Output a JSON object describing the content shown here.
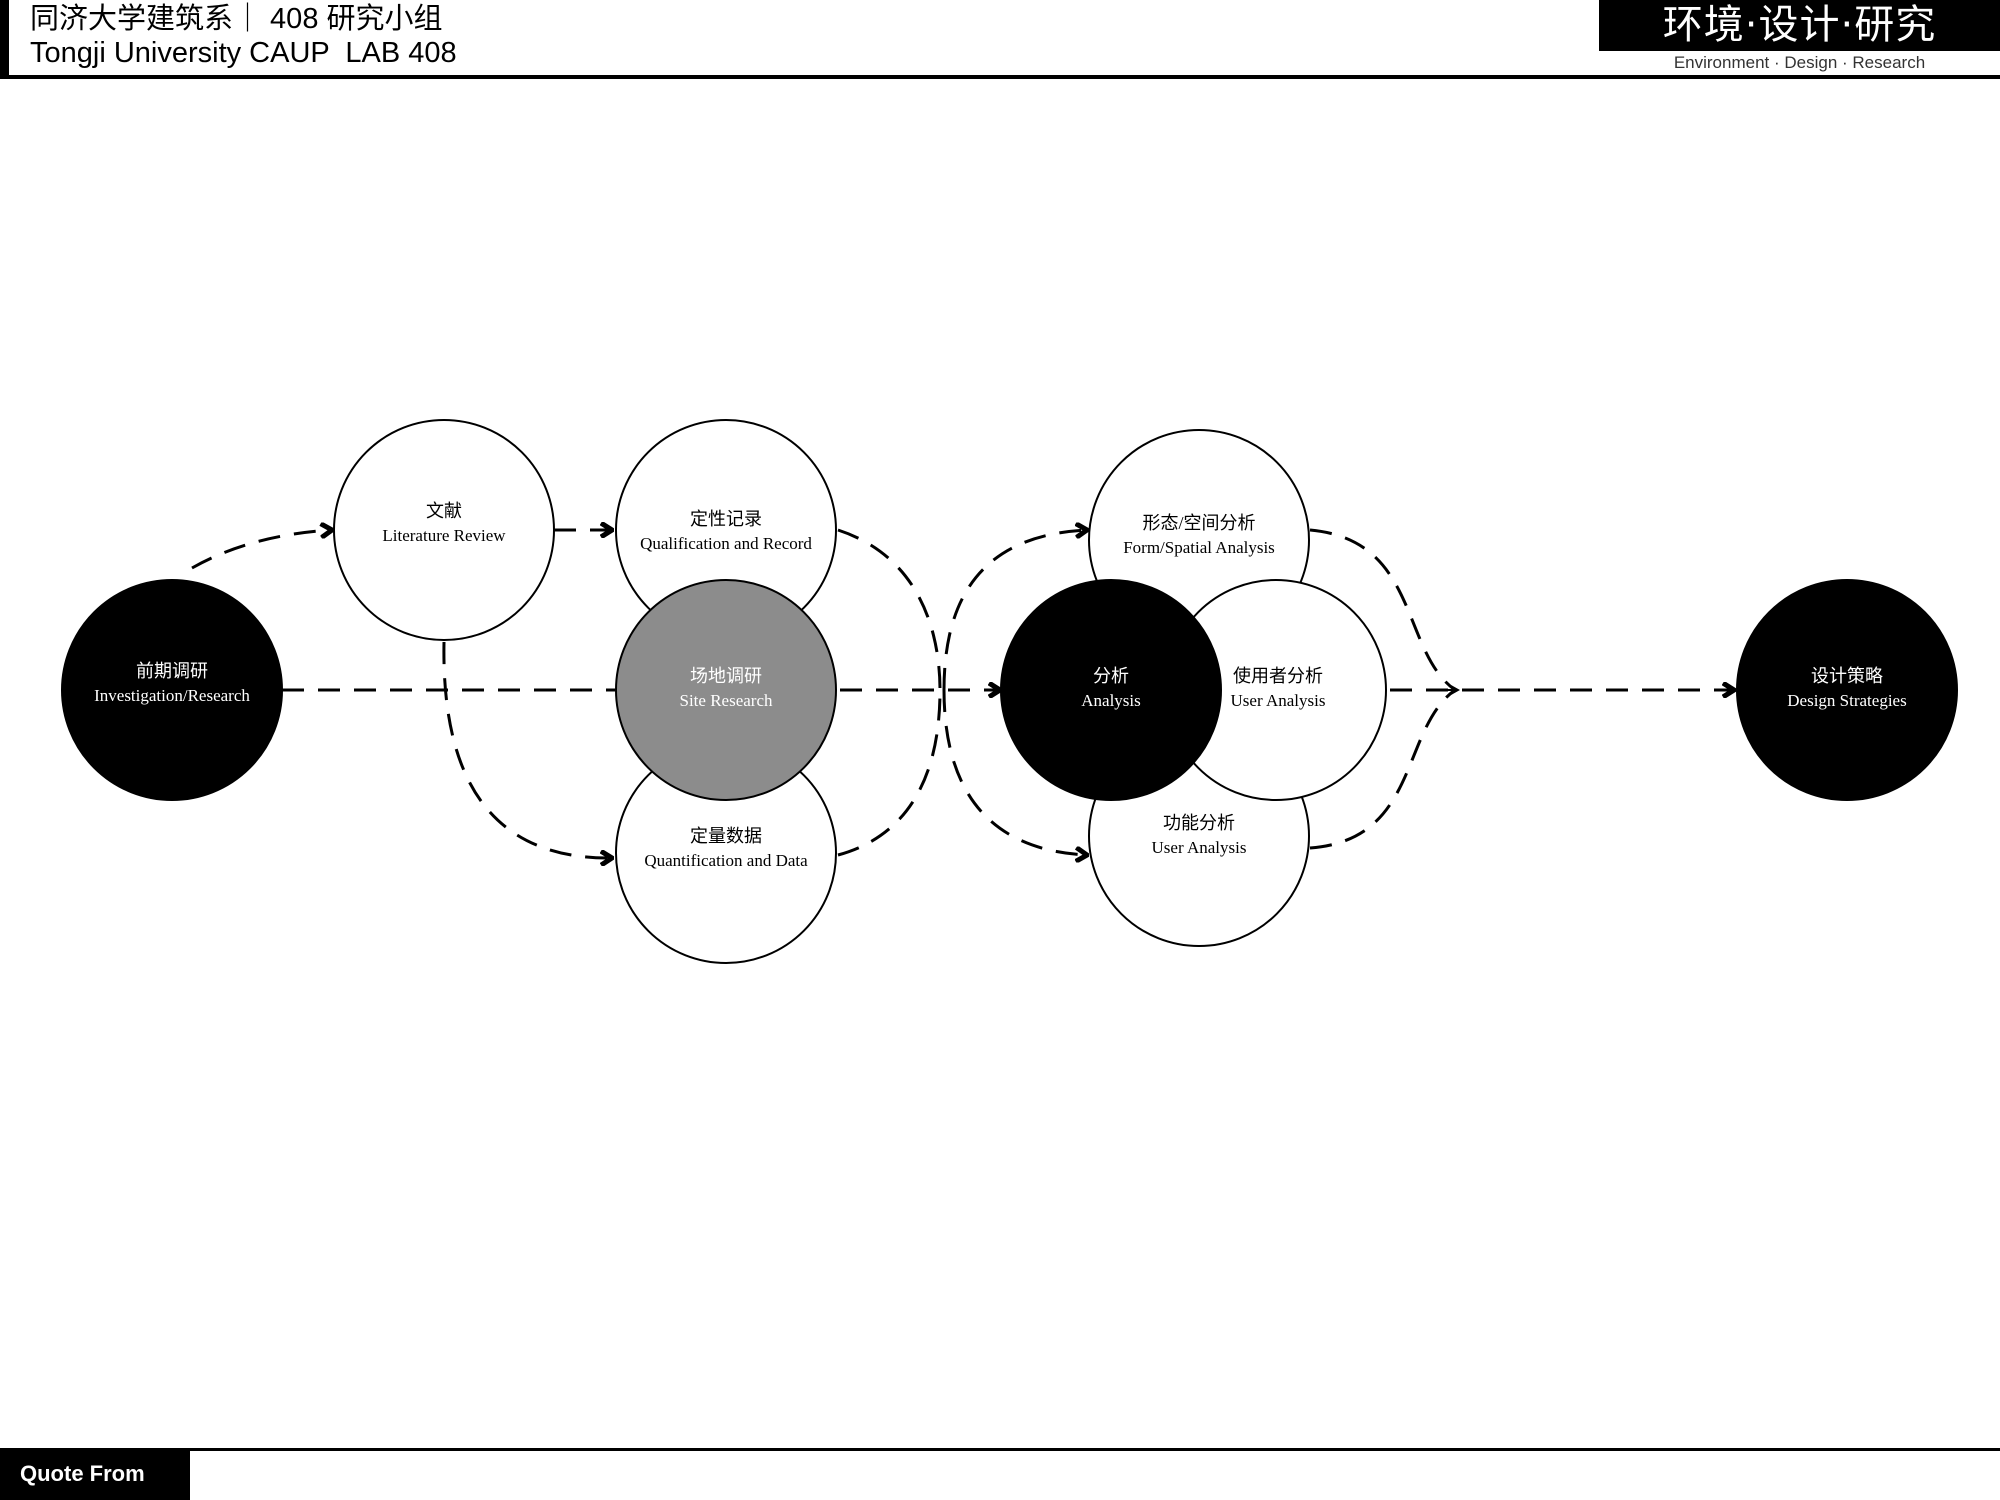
{
  "header": {
    "title_cn": "同济大学建筑系｜ 408 研究小组",
    "title_en": "Tongji University CAUP  LAB 408",
    "brand_title": "环境·设计·研究",
    "brand_subtitle": "Environment · Design · Research"
  },
  "nodes": [
    {
      "id": "investigation",
      "cn": "前期调研",
      "en": "Investigation/Research"
    },
    {
      "id": "literature",
      "cn": "文献",
      "en": "Literature Review"
    },
    {
      "id": "qualification",
      "cn": "定性记录",
      "en": "Qualification and Record"
    },
    {
      "id": "site",
      "cn": "场地调研",
      "en": "Site Research"
    },
    {
      "id": "quantification",
      "cn": "定量数据",
      "en": "Quantification and Data"
    },
    {
      "id": "form",
      "cn": "形态/空间分析",
      "en": "Form/Spatial Analysis"
    },
    {
      "id": "analysis",
      "cn": "分析",
      "en": "Analysis"
    },
    {
      "id": "user",
      "cn": "使用者分析",
      "en": "User Analysis"
    },
    {
      "id": "function",
      "cn": "功能分析",
      "en": "User Analysis"
    },
    {
      "id": "design",
      "cn": "设计策略",
      "en": "Design Strategies"
    }
  ],
  "colors": {
    "black_node": "#000000",
    "grey_node": "#8c8c8c",
    "white_node": "#ffffff",
    "line": "#000000"
  },
  "footer": {
    "label": "Quote From"
  }
}
